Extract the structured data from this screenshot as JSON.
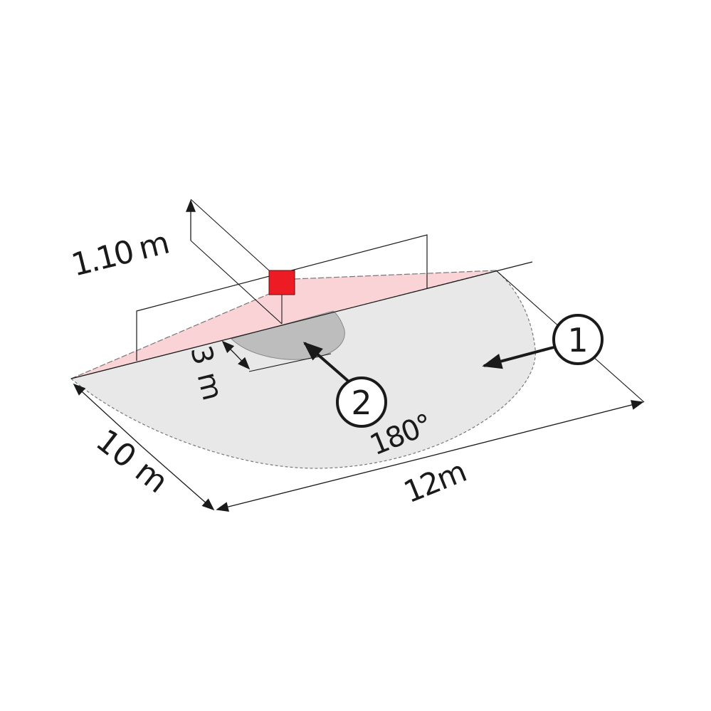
{
  "labels": {
    "height": "1.10 m",
    "near_zone_depth": "3 m",
    "depth": "10 m",
    "width": "12m",
    "angle": "180°"
  },
  "callouts": [
    {
      "number": "1"
    },
    {
      "number": "2"
    }
  ],
  "colors": {
    "sensor": "#ed1c24",
    "vertical_zone": "#f9d3d6",
    "detection_area": "#e8e8e8",
    "near_zone": "#bdbdbd",
    "lines": "#1a1a1a"
  }
}
